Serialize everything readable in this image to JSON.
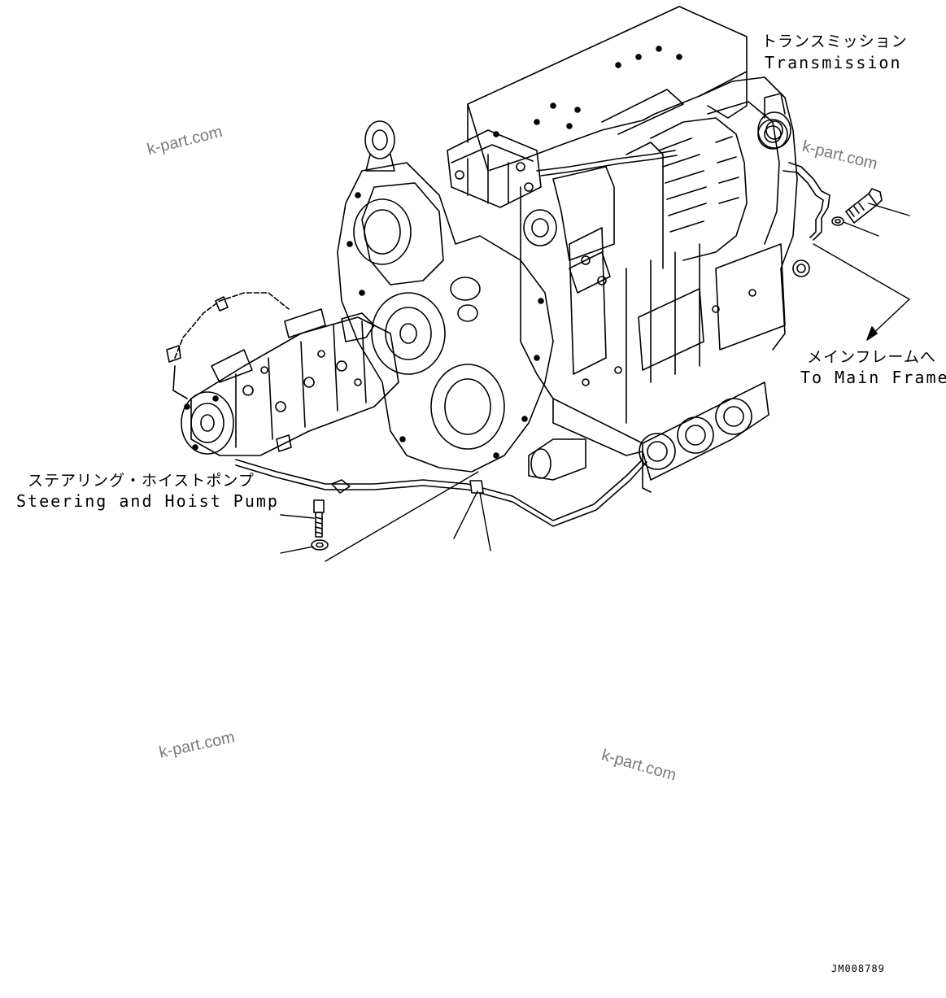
{
  "labels": {
    "transmission_jp": "トランスミッション",
    "transmission_en": "Transmission",
    "main_frame_jp": "メインフレームへ",
    "main_frame_en": "To Main Frame",
    "pump_jp": "ステアリング・ホイストポンプ",
    "pump_en": "Steering and Hoist Pump"
  },
  "watermark": "k-part.com",
  "drawing_code": "JM008789"
}
